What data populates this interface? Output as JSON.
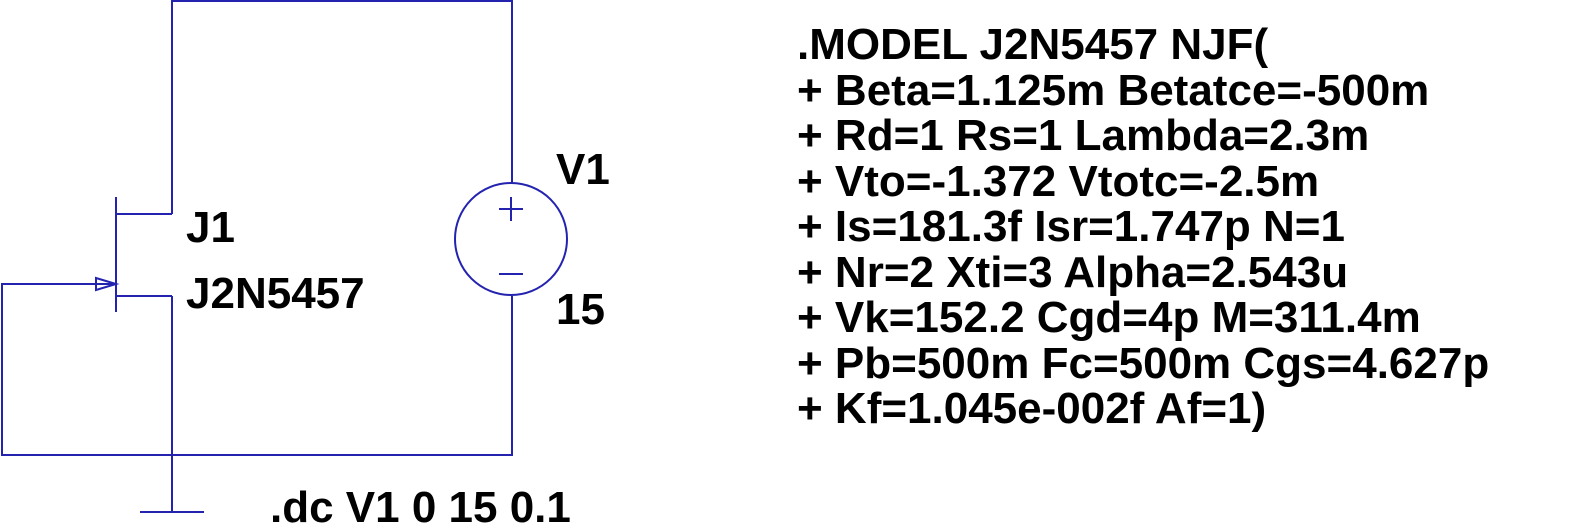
{
  "colors": {
    "wire": "#2323b0",
    "text": "#000000",
    "background": "#ffffff"
  },
  "components": {
    "jfet": {
      "designator": "J1",
      "model": "J2N5457",
      "icon": "n-channel-jfet-symbol"
    },
    "source": {
      "designator": "V1",
      "value": "15",
      "icon": "voltage-source-symbol",
      "plus_sign": "+",
      "minus_sign": "−"
    },
    "ground": {
      "icon": "ground-symbol"
    }
  },
  "directive": ".dc V1 0 15 0.1",
  "model_lines": [
    ".MODEL J2N5457 NJF(",
    "+ Beta=1.125m Betatce=-500m",
    "+ Rd=1 Rs=1 Lambda=2.3m",
    "+ Vto=-1.372 Vtotc=-2.5m",
    "+ Is=181.3f Isr=1.747p N=1",
    "+ Nr=2 Xti=3 Alpha=2.543u",
    "+ Vk=152.2 Cgd=4p M=311.4m",
    "+ Pb=500m Fc=500m Cgs=4.627p",
    "+ Kf=1.045e-002f Af=1)"
  ]
}
